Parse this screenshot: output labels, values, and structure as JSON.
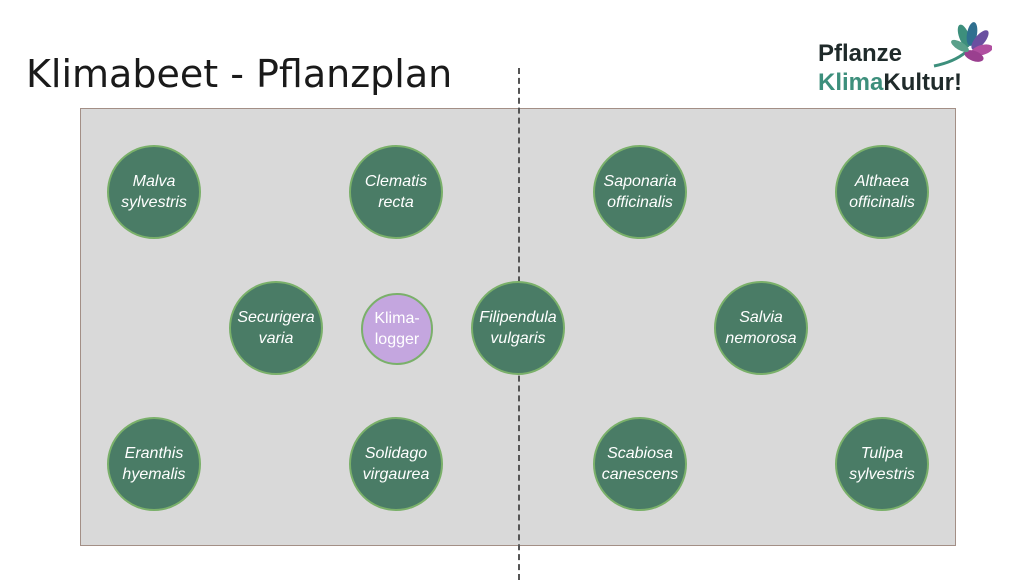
{
  "title": "Klimabeet - Pflanzplan",
  "logo": {
    "line1": "Pflanze",
    "line2a": "Klima",
    "line2b": "Kultur!"
  },
  "plants": [
    {
      "l1": "Malva",
      "l2": "sylvestris"
    },
    {
      "l1": "Clematis",
      "l2": "recta"
    },
    {
      "l1": "Saponaria",
      "l2": "officinalis"
    },
    {
      "l1": "Althaea",
      "l2": "officinalis"
    },
    {
      "l1": "Securigera",
      "l2": "varia"
    },
    {
      "l1": "Filipendula",
      "l2": "vulgaris"
    },
    {
      "l1": "Salvia",
      "l2": "nemorosa"
    },
    {
      "l1": "Eranthis",
      "l2": "hyemalis"
    },
    {
      "l1": "Solidago",
      "l2": "virgaurea"
    },
    {
      "l1": "Scabiosa",
      "l2": "canescens"
    },
    {
      "l1": "Tulipa",
      "l2": "sylvestris"
    }
  ],
  "logger": {
    "l1": "Klima-",
    "l2": "logger"
  },
  "colors": {
    "plant": "#4a7c66",
    "logger": "#c4a6df",
    "bed": "#d9d9d9"
  }
}
